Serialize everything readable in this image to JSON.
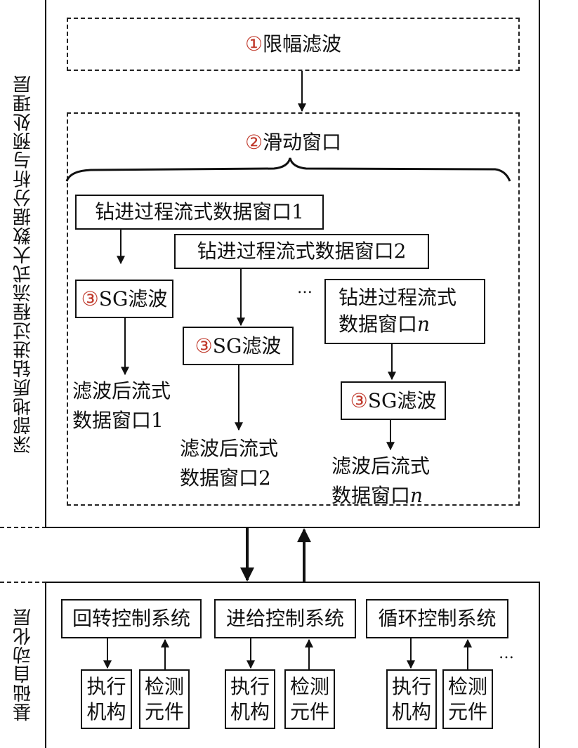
{
  "layers": {
    "top_label": "深部地质钻进过程流式大数据分析与预处理层",
    "bottom_label": "基础自动化层"
  },
  "steps": {
    "step1_num": "①",
    "step1_text": "限幅滤波",
    "step2_num": "②",
    "step2_text": "滑动窗口"
  },
  "windows": [
    {
      "text": "钻进过程流式数据窗口1"
    },
    {
      "text": "钻进过程流式数据窗口2"
    },
    {
      "line1": "钻进过程流式",
      "line2": "数据窗口",
      "line2_italic": "n"
    }
  ],
  "sg": {
    "num": "③",
    "text": "SG滤波"
  },
  "filtered": [
    {
      "line1": "滤波后流式",
      "line2": "数据窗口1"
    },
    {
      "line1": "滤波后流式",
      "line2": "数据窗口2"
    },
    {
      "line1": "滤波后流式",
      "line2": "数据窗口",
      "line2_italic": "n"
    }
  ],
  "ellipsis": "…",
  "systems": [
    {
      "name": "回转控制系统",
      "actuator": [
        "执行",
        "机构"
      ],
      "sensor": [
        "检测",
        "元件"
      ]
    },
    {
      "name": "进给控制系统",
      "actuator": [
        "执行",
        "机构"
      ],
      "sensor": [
        "检测",
        "元件"
      ]
    },
    {
      "name": "循环控制系统",
      "actuator": [
        "执行",
        "机构"
      ],
      "sensor": [
        "检测",
        "元件"
      ]
    }
  ],
  "ellipsis_bottom": "…"
}
